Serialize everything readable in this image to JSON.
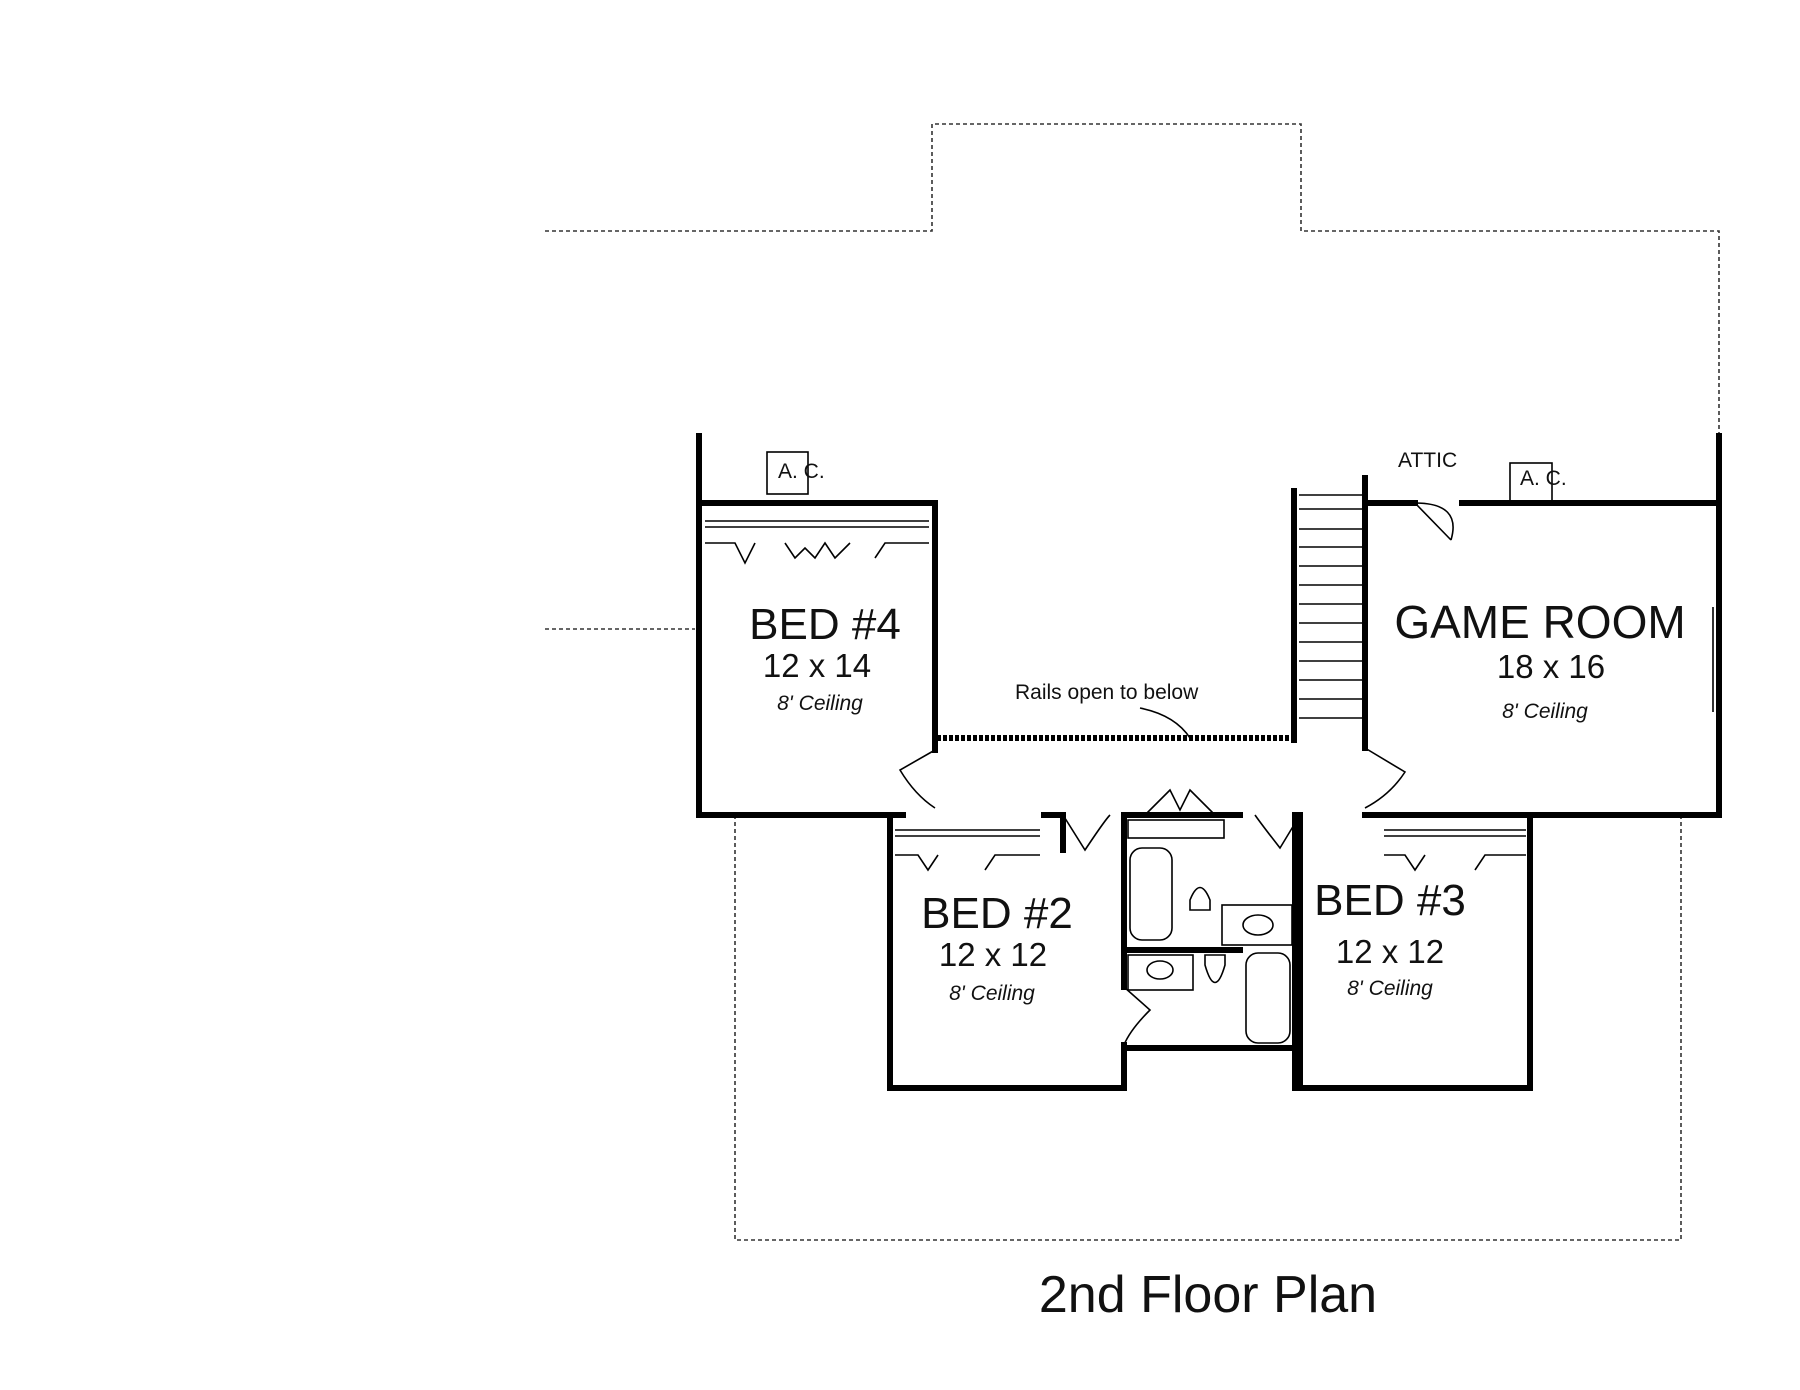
{
  "title": "2nd Floor Plan",
  "rooms": {
    "bed4": {
      "name": "BED #4",
      "size": "12 x 14",
      "ceiling": "8' Ceiling"
    },
    "game": {
      "name": "GAME ROOM",
      "size": "18 x 16",
      "ceiling": "8' Ceiling"
    },
    "bed2": {
      "name": "BED #2",
      "size": "12 x 12",
      "ceiling": "8' Ceiling"
    },
    "bed3": {
      "name": "BED #3",
      "size": "12 x 12",
      "ceiling": "8' Ceiling"
    }
  },
  "labels": {
    "ac_left": "A. C.",
    "ac_right": "A. C.",
    "attic": "ATTIC",
    "rails": "Rails open to below"
  }
}
